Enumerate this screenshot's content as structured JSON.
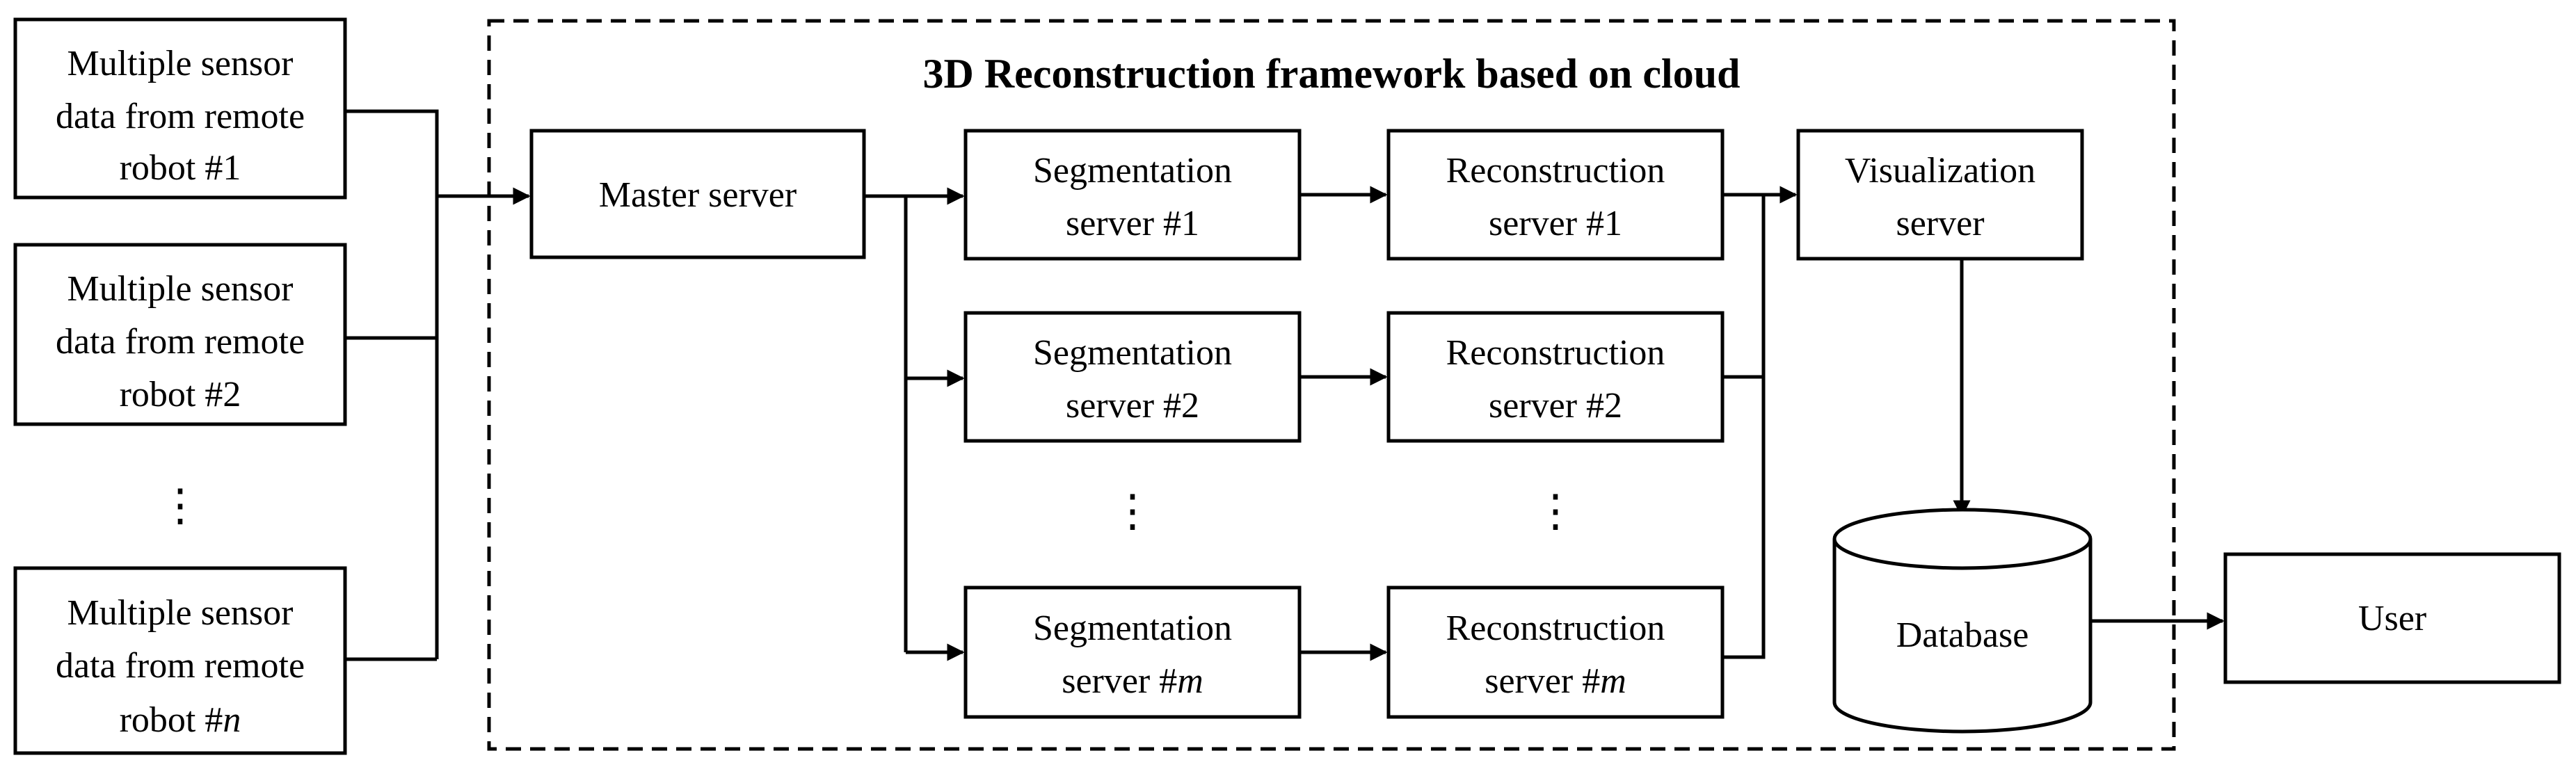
{
  "framework": {
    "title": "3D Reconstruction  framework based on cloud"
  },
  "robots": [
    {
      "line1": "Multiple sensor",
      "line2": "data from remote",
      "line3_prefix": "robot #",
      "line3_index": "1"
    },
    {
      "line1": "Multiple sensor",
      "line2": "data from remote",
      "line3_prefix": "robot #",
      "line3_index": "2"
    },
    {
      "line1": "Multiple sensor",
      "line2": "data from remote",
      "line3_prefix": "robot #",
      "line3_index": "n"
    }
  ],
  "robots_ellipsis": "⋮",
  "master": {
    "label": "Master server"
  },
  "segmentation": [
    {
      "line1": "Segmentation",
      "line2_prefix": "server #",
      "line2_index": "1"
    },
    {
      "line1": "Segmentation",
      "line2_prefix": "server #",
      "line2_index": "2"
    },
    {
      "line1": "Segmentation",
      "line2_prefix": "server #",
      "line2_index": "m"
    }
  ],
  "segmentation_ellipsis": "⋮",
  "reconstruction": [
    {
      "line1": "Reconstruction",
      "line2_prefix": "server #",
      "line2_index": "1"
    },
    {
      "line1": "Reconstruction",
      "line2_prefix": "server #",
      "line2_index": "2"
    },
    {
      "line1": "Reconstruction",
      "line2_prefix": "server #",
      "line2_index": "m"
    }
  ],
  "reconstruction_ellipsis": "⋮",
  "visualization": {
    "line1": "Visualization",
    "line2": "server"
  },
  "database": {
    "label": "Database"
  },
  "user": {
    "label": "User"
  }
}
